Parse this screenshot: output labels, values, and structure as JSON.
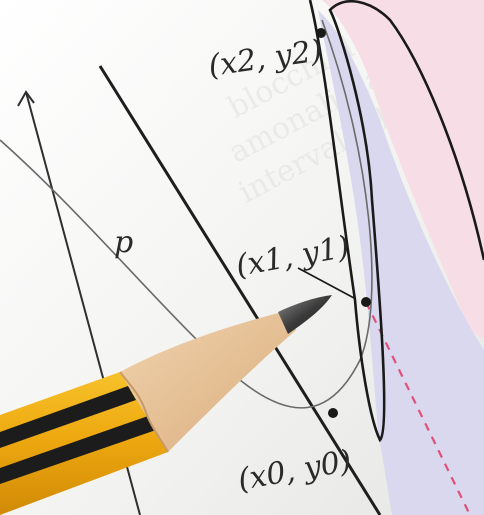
{
  "scene": {
    "kind": "photo",
    "subject": "pencil-on-printed-graph",
    "colors": {
      "paper": "#f4f4f2",
      "pink_region": "#f7dde6",
      "lavender_region": "#d9d8ee",
      "ink": "#2a2a2a",
      "dashed_line": "#e0507a",
      "pencil_yellow": "#f2b418",
      "pencil_black": "#1c1c1c",
      "pencil_wood": "#e7c49c",
      "graphite": "#3b3b3b"
    }
  },
  "labels": {
    "point_2": "(x2, y2)",
    "point_1": "(x1, y1)",
    "point_0": "(x0, y0)",
    "line_p": "p"
  },
  "points": {
    "p2": {
      "x": "x2",
      "y": "y2"
    },
    "p1": {
      "x": "x1",
      "y": "y1"
    },
    "p0": {
      "x": "x0",
      "y": "y0"
    }
  }
}
